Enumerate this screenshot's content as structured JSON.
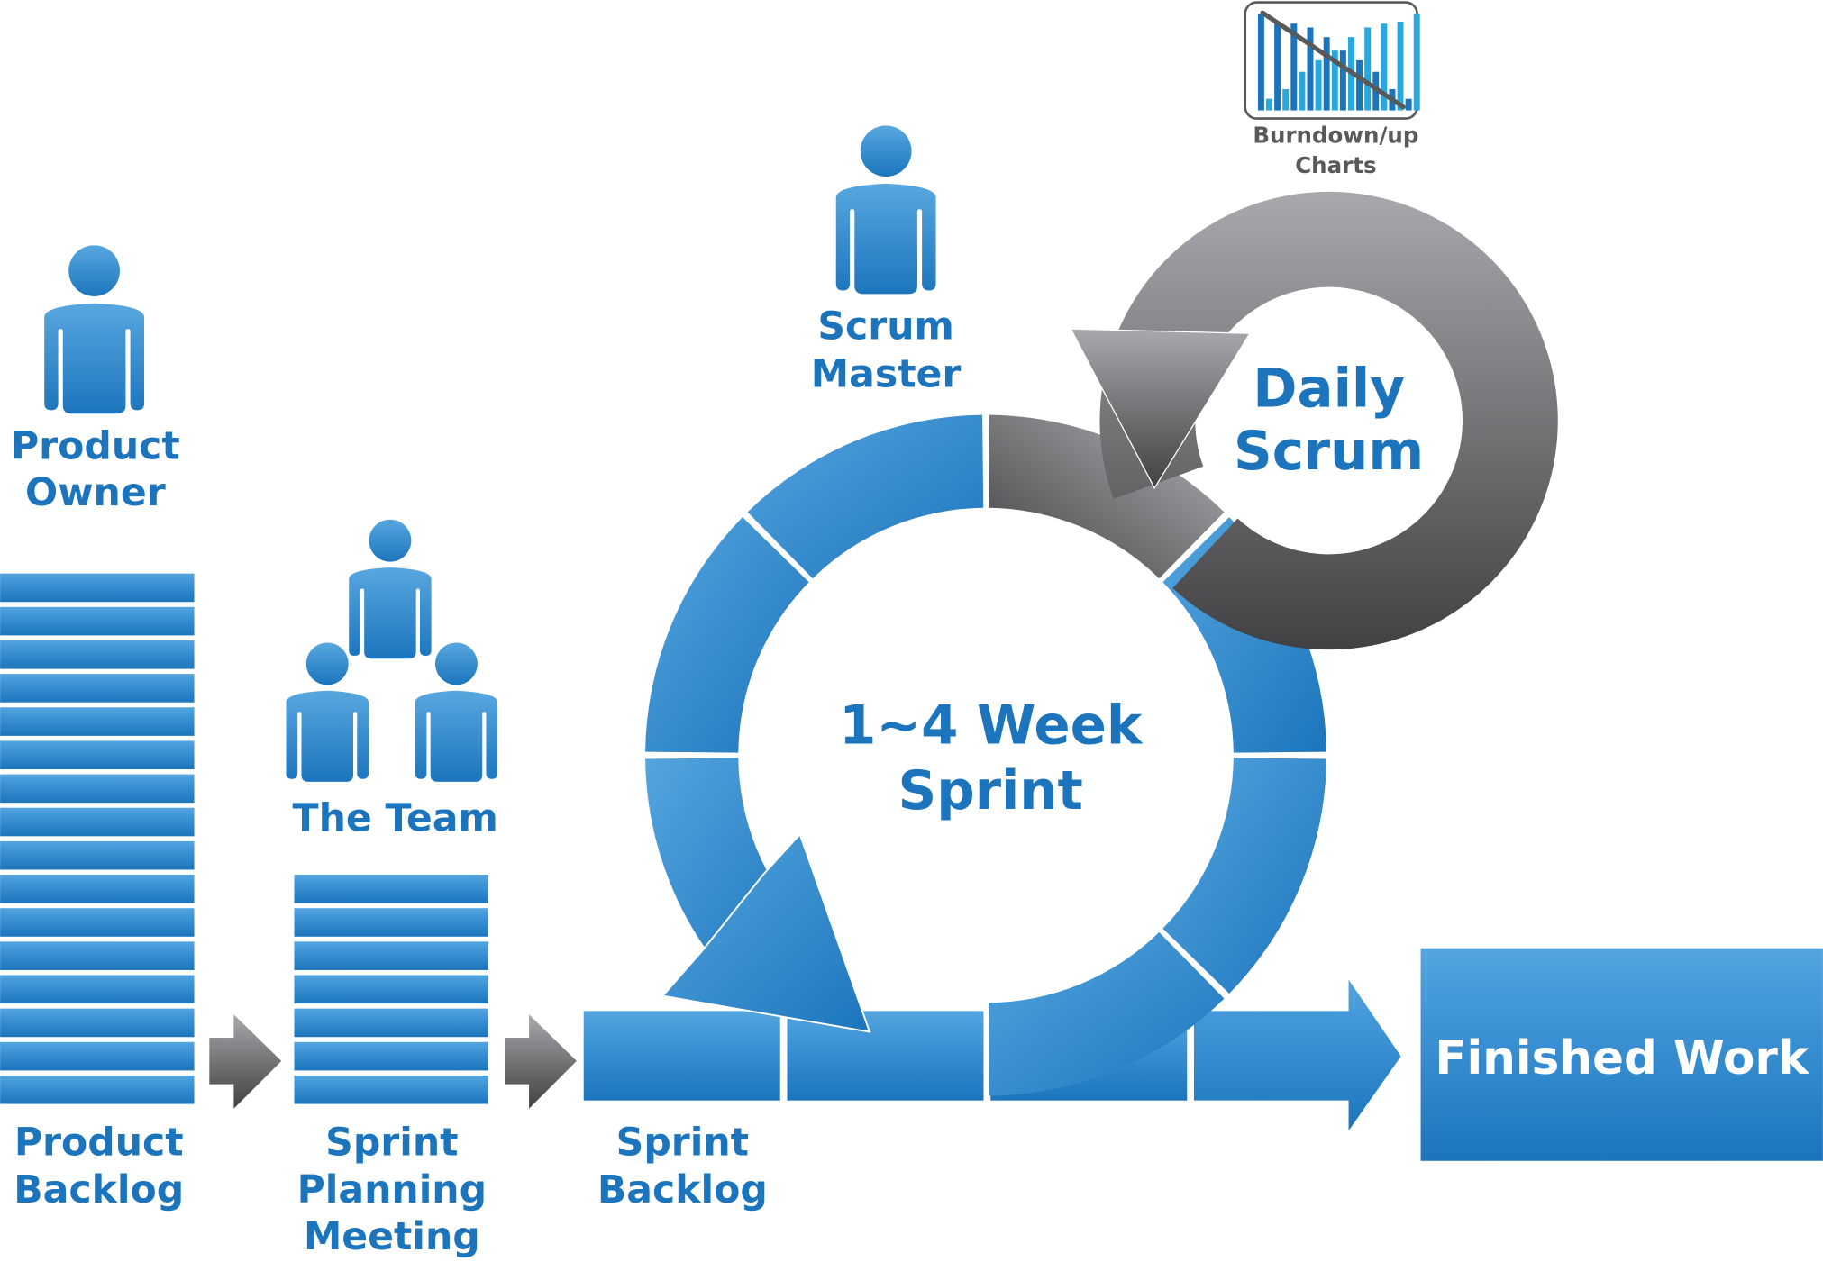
{
  "colors": {
    "blue_light": "#55a5de",
    "blue": "#3a8fd3",
    "blue_dark": "#1c75bc",
    "gray_light": "#a7a9ac",
    "gray_dark": "#414042",
    "text_blue": "#1c75bc",
    "text_gray": "#58595b"
  },
  "roles": {
    "product_owner": [
      "Product",
      "Owner"
    ],
    "scrum_master": [
      "Scrum",
      "Master"
    ],
    "team": "The Team"
  },
  "artifacts": {
    "product_backlog": [
      "Product",
      "Backlog"
    ],
    "sprint_planning": [
      "Sprint",
      "Planning",
      "Meeting"
    ],
    "sprint_backlog": [
      "Sprint",
      "Backlog"
    ],
    "finished_work": "Finished Work"
  },
  "cycles": {
    "sprint": [
      "1~4 Week",
      "Sprint"
    ],
    "daily": [
      "Daily",
      "Scrum"
    ]
  },
  "burndown": {
    "label": [
      "Burndown/up",
      "Charts"
    ],
    "burndown_values": [
      1.0,
      0.92,
      0.9,
      0.86,
      0.76,
      0.62,
      0.52,
      0.4,
      0.22,
      0.12
    ],
    "burnup_values": [
      0.12,
      0.22,
      0.4,
      0.52,
      0.62,
      0.76,
      0.86,
      0.9,
      0.92,
      1.0
    ]
  },
  "stacks": {
    "product_backlog_items": 16,
    "sprint_planning_items": 7,
    "sprint_backlog_cells": 4
  }
}
